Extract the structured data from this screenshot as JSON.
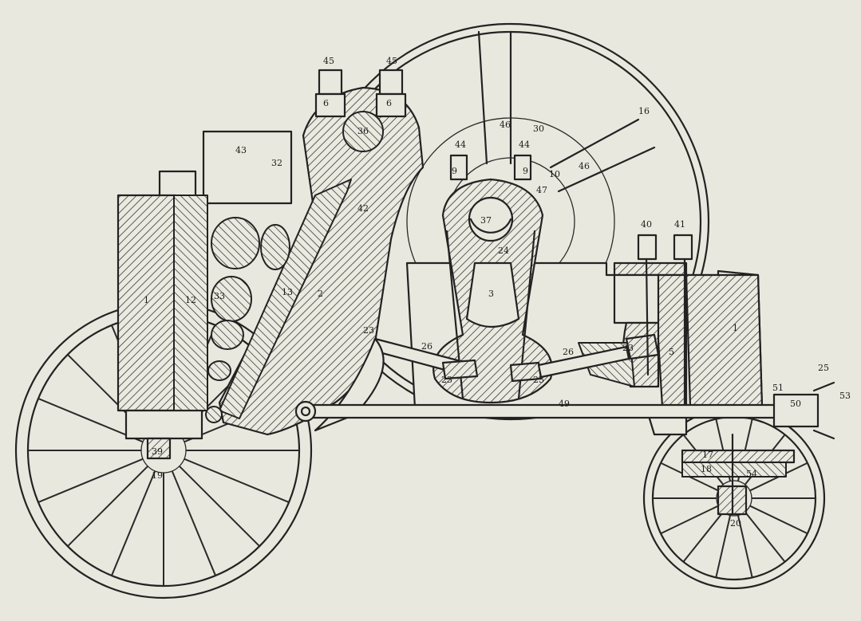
{
  "labels": [
    {
      "id": "p1a",
      "text": "1"
    },
    {
      "id": "p1b",
      "text": "1"
    },
    {
      "id": "p2",
      "text": "2"
    },
    {
      "id": "p3",
      "text": "3"
    },
    {
      "id": "p5",
      "text": "5"
    },
    {
      "id": "p6a",
      "text": "6"
    },
    {
      "id": "p6b",
      "text": "6"
    },
    {
      "id": "p9a",
      "text": "9"
    },
    {
      "id": "p9b",
      "text": "9"
    },
    {
      "id": "p10",
      "text": "10"
    },
    {
      "id": "p12",
      "text": "12"
    },
    {
      "id": "p13",
      "text": "13"
    },
    {
      "id": "p16",
      "text": "16"
    },
    {
      "id": "p17",
      "text": "17"
    },
    {
      "id": "p18",
      "text": "18"
    },
    {
      "id": "p19",
      "text": "19"
    },
    {
      "id": "p20",
      "text": "20"
    },
    {
      "id": "p23a",
      "text": "23"
    },
    {
      "id": "p23b",
      "text": "23"
    },
    {
      "id": "p23c",
      "text": "23"
    },
    {
      "id": "p23d",
      "text": "23"
    },
    {
      "id": "p24",
      "text": "24"
    },
    {
      "id": "p25",
      "text": "25"
    },
    {
      "id": "p26a",
      "text": "26"
    },
    {
      "id": "p26b",
      "text": "26"
    },
    {
      "id": "p30",
      "text": "30"
    },
    {
      "id": "p32",
      "text": "32"
    },
    {
      "id": "p33",
      "text": "33"
    },
    {
      "id": "p36",
      "text": "36"
    },
    {
      "id": "p37",
      "text": "37"
    },
    {
      "id": "p39",
      "text": "39"
    },
    {
      "id": "p40",
      "text": "40"
    },
    {
      "id": "p41",
      "text": "41"
    },
    {
      "id": "p42",
      "text": "42"
    },
    {
      "id": "p43",
      "text": "43"
    },
    {
      "id": "p44a",
      "text": "44"
    },
    {
      "id": "p44b",
      "text": "44"
    },
    {
      "id": "p45a",
      "text": "45"
    },
    {
      "id": "p45b",
      "text": "45"
    },
    {
      "id": "p46a",
      "text": "46"
    },
    {
      "id": "p46b",
      "text": "46"
    },
    {
      "id": "p47",
      "text": "47"
    },
    {
      "id": "p49",
      "text": "49"
    },
    {
      "id": "p50",
      "text": "50"
    },
    {
      "id": "p51",
      "text": "51"
    },
    {
      "id": "p53",
      "text": "53"
    },
    {
      "id": "p54",
      "text": "54"
    }
  ]
}
